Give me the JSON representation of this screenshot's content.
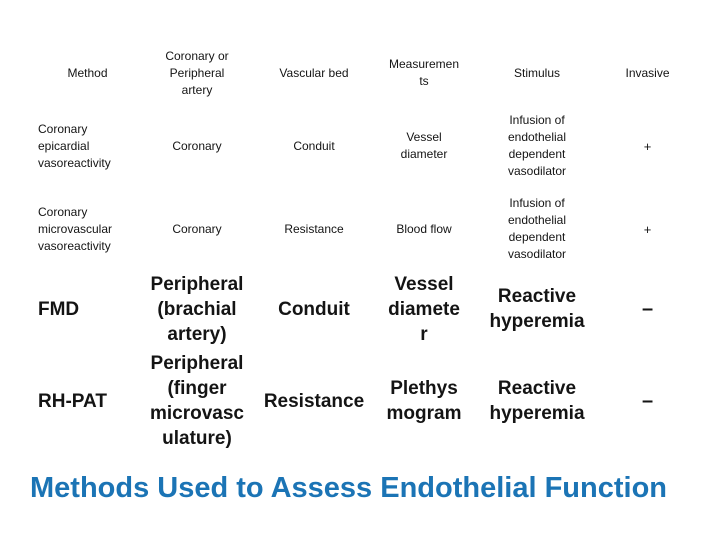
{
  "table": {
    "headers": [
      "Method",
      "Coronary or\nPeripheral\nartery",
      "Vascular bed",
      "Measuremen\nts",
      "Stimulus",
      "Invasive"
    ],
    "rows": [
      {
        "bold": false,
        "cells": [
          "Coronary\nepicardial\nvasoreactivity",
          "Coronary",
          "Conduit",
          "Vessel\ndiameter",
          "Infusion of\nendothelial\ndependent\nvasodilator",
          "+"
        ]
      },
      {
        "bold": false,
        "cells": [
          "Coronary\nmicrovascular\nvasoreactivity",
          "Coronary",
          "Resistance",
          "Blood flow",
          "Infusion of\nendothelial\ndependent\nvasodilator",
          "+"
        ]
      },
      {
        "bold": true,
        "cells": [
          "FMD",
          "Peripheral\n(brachial\nartery)",
          "Conduit",
          "Vessel\ndiamete\nr",
          "Reactive\nhyperemia",
          "–"
        ]
      },
      {
        "bold": true,
        "cells": [
          "RH-PAT",
          "Peripheral\n(finger\nmicrovasc\nulature)",
          "Resistance",
          "Plethys\nmogram",
          "Reactive\nhyperemia",
          "–"
        ]
      }
    ]
  },
  "title": "Methods Used to Assess Endothelial Function",
  "colors": {
    "title_blue": "#1b74b5",
    "text": "#141414",
    "background": "#ffffff"
  }
}
